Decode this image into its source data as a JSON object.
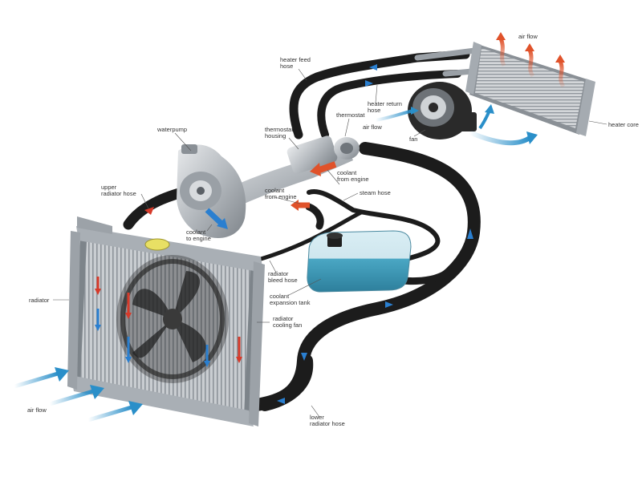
{
  "labels": {
    "heater_feed_hose": [
      "heater feed",
      "hose"
    ],
    "air_flow_top": [
      "air flow"
    ],
    "heater_return_hose": [
      "heater return",
      "hose"
    ],
    "thermostat": [
      "thermostat"
    ],
    "air_flow_fan": [
      "air flow"
    ],
    "heater_core": [
      "heater core"
    ],
    "fan": [
      "fan"
    ],
    "waterpump": [
      "waterpump"
    ],
    "thermostat_housing": [
      "thermostat",
      "housing"
    ],
    "coolant_from_engine_1": [
      "coolant",
      "from engine"
    ],
    "steam_hose": [
      "steam hose"
    ],
    "upper_radiator_hose": [
      "upper",
      "radiator hose"
    ],
    "coolant_from_engine_2": [
      "coolant",
      "from engine"
    ],
    "coolant_to_engine": [
      "coolant",
      "to engine"
    ],
    "radiator_bleed_hose": [
      "radiator",
      "bleed hose"
    ],
    "coolant_expansion_tank": [
      "coolant",
      "expansion tank"
    ],
    "radiator": [
      "radiator"
    ],
    "radiator_cooling_fan": [
      "radiator",
      "cooling fan"
    ],
    "air_flow_bottom": [
      "air flow"
    ],
    "lower_radiator_hose": [
      "lower",
      "radiator hose"
    ]
  },
  "colors": {
    "hose": "#1c1c1c",
    "metal": "#b9bdc2",
    "coolant_tank": "#3f9bb8",
    "air_cold": "#2a8fc9",
    "air_hot": "#e0522a",
    "flow_cold": "#2a7fd0",
    "flow_hot": "#d63a2a"
  }
}
